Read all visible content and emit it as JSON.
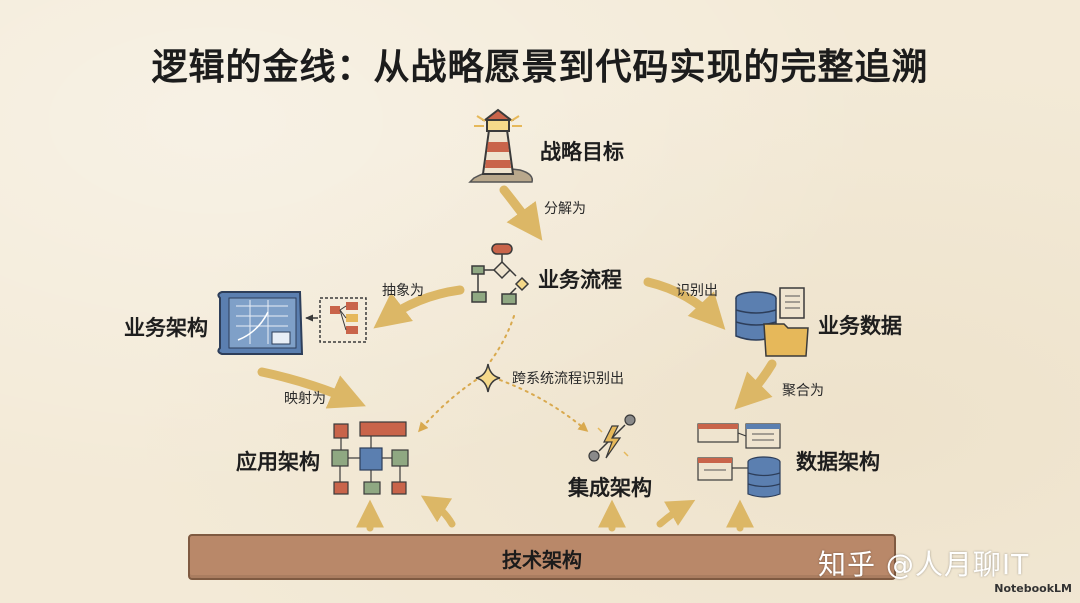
{
  "title": "逻辑的金线：从战略愿景到代码实现的完整追溯",
  "nodes": {
    "strategy": "战略目标",
    "business_process": "业务流程",
    "business_architecture": "业务架构",
    "business_data": "业务数据",
    "application_architecture": "应用架构",
    "integration_architecture": "集成架构",
    "data_architecture": "数据架构",
    "technology_architecture": "技术架构"
  },
  "edges": {
    "decompose": "分解为",
    "abstract": "抽象为",
    "identify": "识别出",
    "map": "映射为",
    "aggregate": "聚合为",
    "cross_system": "跨系统流程识别出"
  },
  "watermark": "知乎 @人月聊IT",
  "brand": "NotebookLM",
  "colors": {
    "arrow": "#dcb766",
    "bar": "#b98869",
    "blue": "#5b7fb0",
    "red": "#c9644a",
    "green": "#8fa882",
    "dark": "#3a3a3a"
  }
}
